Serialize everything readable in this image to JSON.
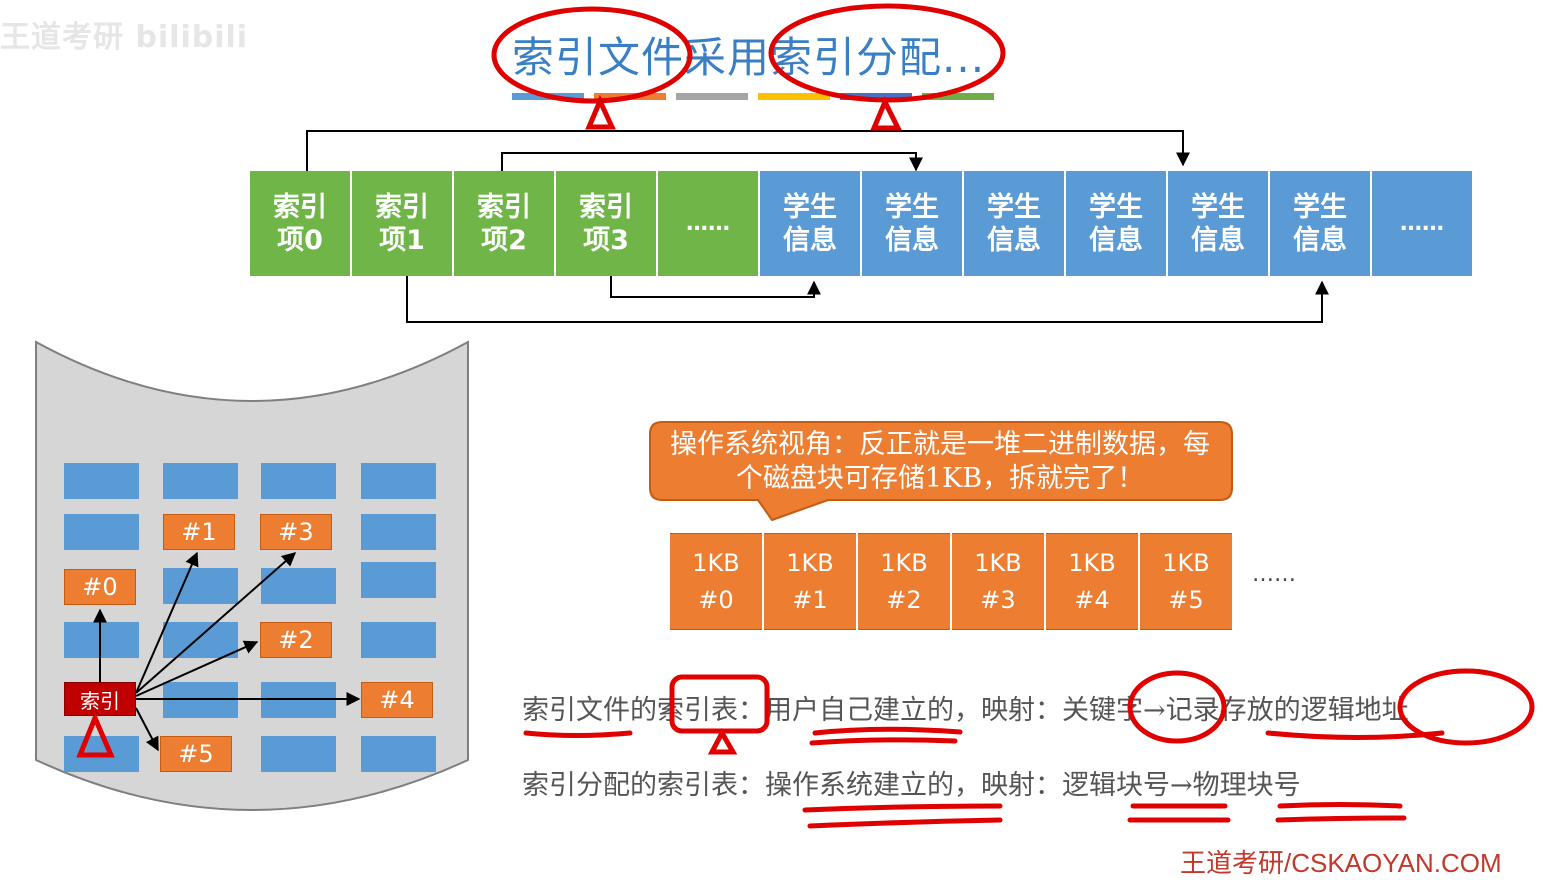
{
  "watermark": "王道考研 bilibili",
  "title": "索引文件采用索引分配...",
  "title_bar_colors": [
    "#5b9bd5",
    "#ed7d31",
    "#a5a5a5",
    "#ffc000",
    "#4472c4",
    "#70ad47"
  ],
  "record_row": {
    "cells": [
      {
        "label": "索引\n项0",
        "color": "green"
      },
      {
        "label": "索引\n项1",
        "color": "green"
      },
      {
        "label": "索引\n项2",
        "color": "green"
      },
      {
        "label": "索引\n项3",
        "color": "green"
      },
      {
        "label": "……",
        "color": "green"
      },
      {
        "label": "学生\n信息",
        "color": "blue"
      },
      {
        "label": "学生\n信息",
        "color": "blue"
      },
      {
        "label": "学生\n信息",
        "color": "blue"
      },
      {
        "label": "学生\n信息",
        "color": "blue"
      },
      {
        "label": "学生\n信息",
        "color": "blue"
      },
      {
        "label": "学生\n信息",
        "color": "blue"
      },
      {
        "label": "……",
        "color": "blue"
      }
    ]
  },
  "disk": {
    "index_block_label": "索引",
    "data_blocks": [
      "#0",
      "#1",
      "#2",
      "#3",
      "#4",
      "#5"
    ]
  },
  "bubble": {
    "text": "操作系统视角：反正就是一堆二进制数据，每个磁盘块可存储1KB，拆就完了！"
  },
  "kb_blocks": [
    "1KB\n#0",
    "1KB\n#1",
    "1KB\n#2",
    "1KB\n#3",
    "1KB\n#4",
    "1KB\n#5"
  ],
  "kb_more": "……",
  "comparison": {
    "line1": "索引文件的索引表：用户自己建立的，映射：关键字→记录存放的逻辑地址",
    "line2": "索引分配的索引表：操作系统建立的，映射：逻辑块号→物理块号"
  },
  "footer": "王道考研/CSKAOYAN.COM",
  "colors": {
    "green": "#6fb548",
    "blue": "#5b9bd5",
    "orange": "#ed7d31",
    "index_red": "#c00000",
    "annotation_red": "#e00000"
  }
}
